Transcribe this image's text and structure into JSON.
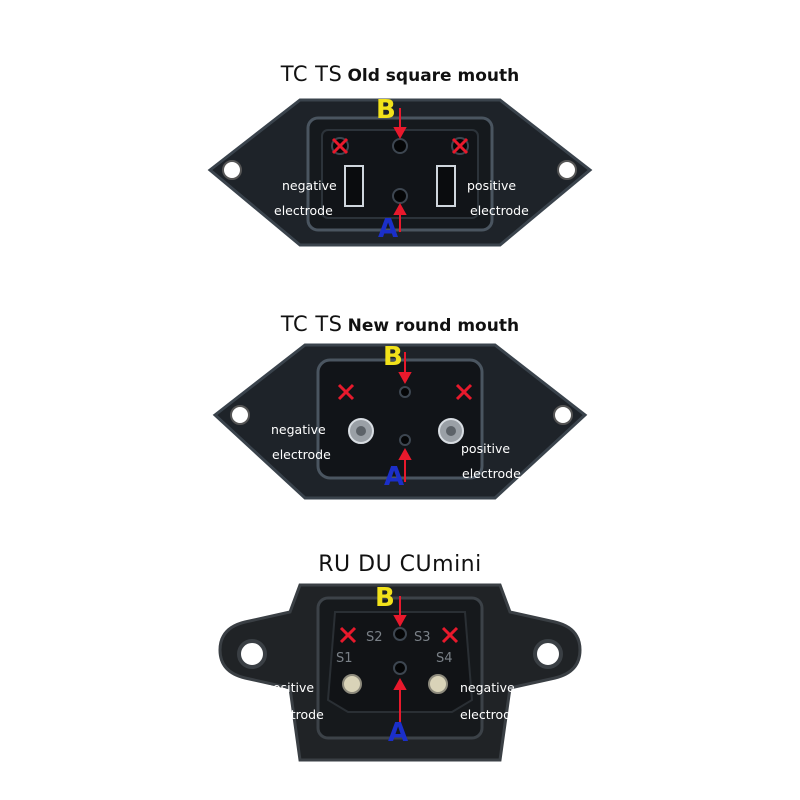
{
  "sockets": [
    {
      "title_main": "TC  TS",
      "title_sub": "Old square mouth",
      "label_b": "B",
      "label_a": "A",
      "left_label": [
        "negative",
        "electrode"
      ],
      "right_label": [
        "positive",
        "electrode"
      ]
    },
    {
      "title_main": "TC  TS",
      "title_sub": "New round mouth",
      "label_b": "B",
      "label_a": "A",
      "left_label": [
        "negative",
        "electrode"
      ],
      "right_label": [
        "positive",
        "electrode"
      ]
    },
    {
      "title_main": "RU  DU  CUmini",
      "title_sub": "",
      "label_b": "B",
      "label_a": "A",
      "left_label": [
        "positive",
        "electrode"
      ],
      "right_label": [
        "negative",
        "electrode"
      ],
      "pin_marks": [
        "S2",
        "S3",
        "S1",
        "S4"
      ]
    }
  ],
  "colors": {
    "housing": "#1e2329",
    "housing_edge": "#3a434c",
    "cross": "#e8192c",
    "arrow": "#e8192c",
    "label_b": "#f2e21a",
    "label_a": "#1b2fc9"
  }
}
